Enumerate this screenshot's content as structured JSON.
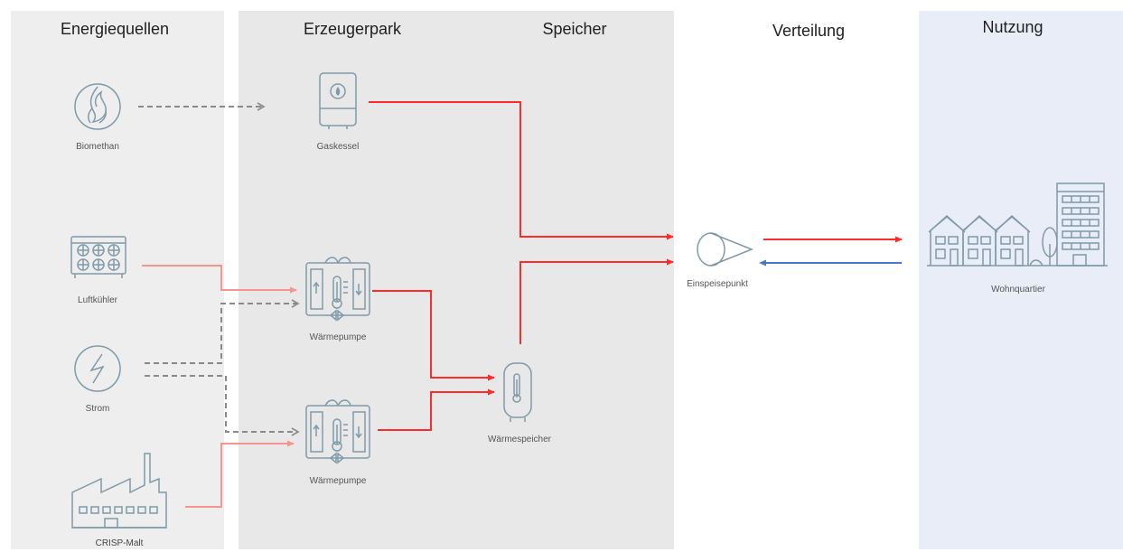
{
  "columns": {
    "energy_sources": "Energiequellen",
    "generator_park": "Erzeugerpark",
    "storage": "Speicher",
    "distribution": "Verteilung",
    "usage": "Nutzung"
  },
  "nodes": {
    "biomethane": "Biomethan",
    "air_cooler": "Luftkühler",
    "power": "Strom",
    "crisp_malt": "CRISP-Malt",
    "gas_boiler": "Gaskessel",
    "heat_pump_1": "Wärmepumpe",
    "heat_pump_2": "Wärmepumpe",
    "heat_storage": "Wärmespeicher",
    "feed_in_point": "Einspeisepunkt",
    "residential_district": "Wohnquartier"
  },
  "colors": {
    "sources_panel": "#eeeeee",
    "plant_panel": "#e8e8e8",
    "usage_panel": "#e9edf7",
    "icon_stroke": "#7f9aa8",
    "heat_flow": "#ff2a2a",
    "low_temp_flow": "#f5958f",
    "fuel_power_flow": "#8a8a8a",
    "return_flow": "#4a78c8"
  }
}
